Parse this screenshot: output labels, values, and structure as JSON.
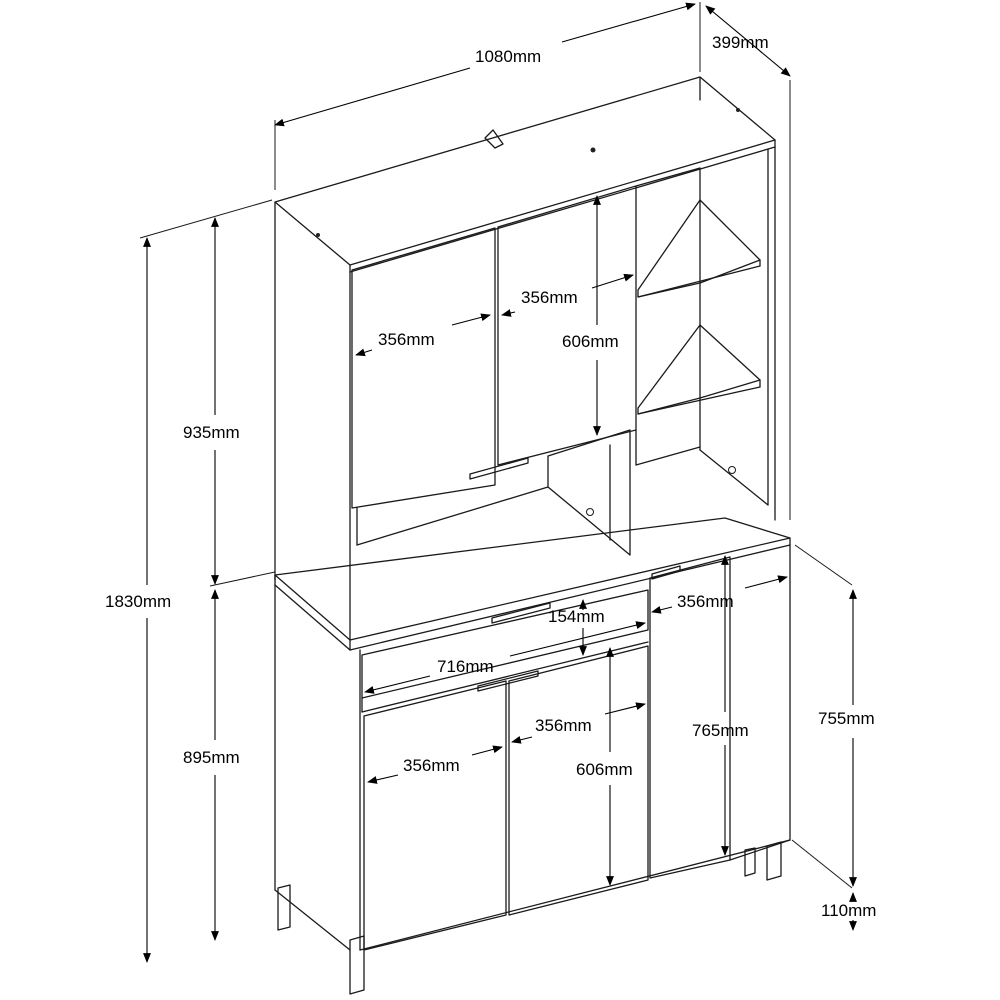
{
  "dimensions": {
    "width_total": "1080mm",
    "depth": "399mm",
    "height_total": "1830mm",
    "hutch_height": "935mm",
    "base_height": "895mm",
    "upper_door_left_width": "356mm",
    "upper_door_right_width": "356mm",
    "upper_door_height": "606mm",
    "drawer_height": "154mm",
    "drawer_width": "716mm",
    "side_door_width": "356mm",
    "lower_door_left_width": "356mm",
    "lower_door_right_width": "356mm",
    "lower_door_height": "606mm",
    "side_door_height": "765mm",
    "base_body_height": "755mm",
    "leg_height": "110mm"
  }
}
